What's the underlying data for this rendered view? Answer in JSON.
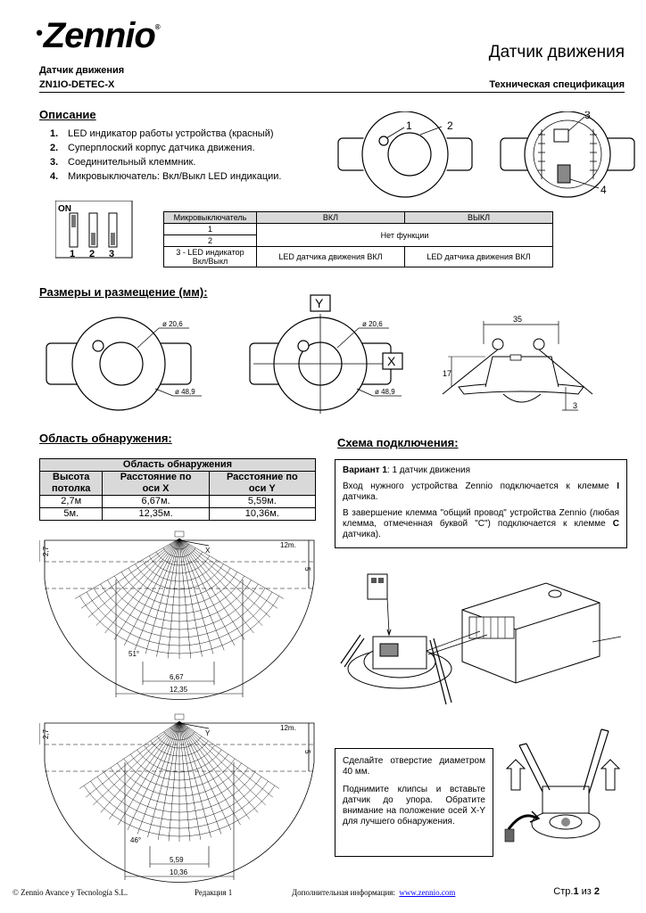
{
  "header": {
    "brand": "Zennio",
    "title": "Датчик движения",
    "product_name": "Датчик движения",
    "model": "ZN1IO-DETEC-X",
    "doc_type": "Техническая спецификация"
  },
  "description": {
    "heading": "Описание",
    "items": [
      {
        "num": "1.",
        "text": "LED индикатор работы устройства (красный)"
      },
      {
        "num": "2.",
        "text": "Суперплоский корпус датчика движения."
      },
      {
        "num": "3.",
        "text": "Соединительный клеммник."
      },
      {
        "num": "4.",
        "text": "Микровыключатель: Вкл/Выкл LED индикации."
      }
    ],
    "callouts": [
      "1",
      "2",
      "3",
      "4"
    ],
    "dip": {
      "on_label": "ON",
      "numbers": [
        "1",
        "2",
        "3"
      ]
    }
  },
  "switch_table": {
    "headers": [
      "Микровыключатель",
      "ВКЛ",
      "ВЫКЛ"
    ],
    "row1": "1",
    "row2": "2",
    "merged": "Нет функции",
    "row3_label_line1": "3 - LED индикатор",
    "row3_label_line2": "Вкл/Выкл",
    "row3_on": "LED датчика движения ВКЛ",
    "row3_off": "LED датчика движения ВКЛ"
  },
  "dimensions": {
    "heading": "Размеры и размещение (мм):",
    "d_inner": "ø 20,6",
    "d_outer": "ø 48,9",
    "axis_y": "Y",
    "axis_x": "X",
    "width": "35",
    "height": "17",
    "offset": "3"
  },
  "detection": {
    "heading": "Область обнаружения:",
    "table_title": "Область обнаружения",
    "col_headers": [
      {
        "l1": "Высота",
        "l2": "потолка"
      },
      {
        "l1": "Расстояние по",
        "l2": "оси X"
      },
      {
        "l1": "Расстояние по",
        "l2": "оси Y"
      }
    ],
    "rows": [
      [
        "2,7м",
        "6,67м.",
        "5,59м."
      ],
      [
        "5м.",
        "12,35м.",
        "10,36м."
      ]
    ],
    "diagram_x": {
      "axis": "X",
      "h_small": "2,7",
      "h_big": "5",
      "angle": "51°",
      "w_small": "6,67",
      "w_big": "12,35",
      "radius": "12m."
    },
    "diagram_y": {
      "axis": "Y",
      "h_small": "2,7",
      "h_big": "5",
      "angle": "46°",
      "w_small": "5,59",
      "w_big": "10,36",
      "radius": "12m."
    }
  },
  "wiring": {
    "heading": "Схема подключения:",
    "variant_bold": "Вариант 1",
    "variant_rest": ": 1 датчик движения",
    "p1_a": "Вход нужного устройства Zennio подключается к клемме ",
    "p1_b": "I",
    "p1_c": " датчика.",
    "p2_a": "В завершение клемма \"общий провод\" устройства Zennio (любая клемма, отмеченная буквой \"C\") подключается к клемме ",
    "p2_b": "C",
    "p2_c": " датчика)."
  },
  "installation": {
    "p1": "Сделайте отверстие диаметром 40 мм.",
    "p2": "Поднимите клипсы и вставьте датчик до упора. Обратите внимание на положение осей X-Y для лучшего обнаружения."
  },
  "footer": {
    "company": "© Zennio Avance y Tecnología S.L.",
    "edition": "Редакция 1",
    "more_info": "Дополнительная информация:",
    "url": "www.zennio.com",
    "page_prefix": "Стр.",
    "page_num": "1",
    "page_of": " из ",
    "page_total": "2"
  }
}
